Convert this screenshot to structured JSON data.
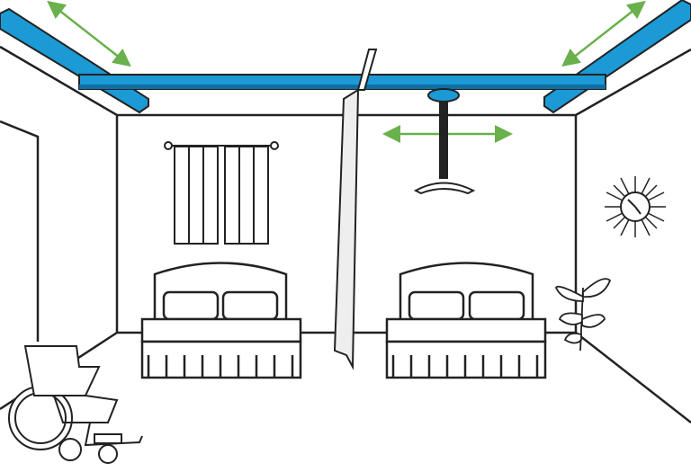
{
  "colors": {
    "rail": "#1b9ad6",
    "rail_dark": "#0f6fa3",
    "arrow": "#6ab04c",
    "line": "#222222",
    "curtain": "#eeeeee"
  },
  "icons": [
    "ceiling-rail",
    "motion-arrow",
    "lift-hanger",
    "privacy-curtain",
    "window",
    "bed",
    "clock",
    "plant",
    "wheelchair"
  ]
}
